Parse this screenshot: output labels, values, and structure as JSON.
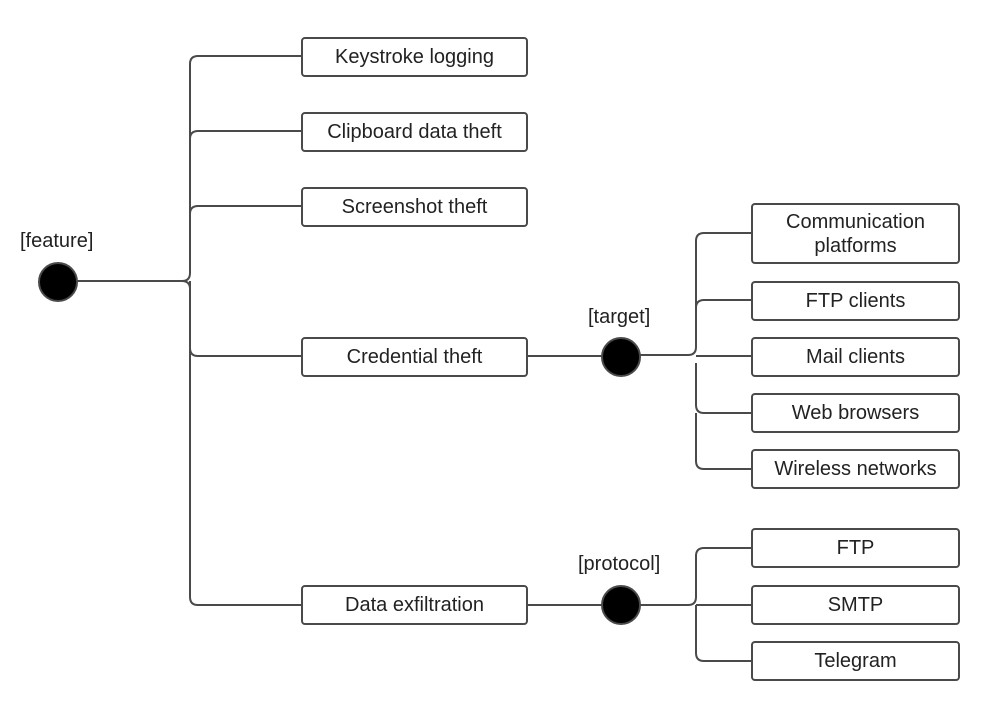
{
  "root": {
    "label": "[feature]"
  },
  "features": [
    {
      "label": "Keystroke logging"
    },
    {
      "label": "Clipboard data theft"
    },
    {
      "label": "Screenshot theft"
    },
    {
      "label": "Credential theft"
    },
    {
      "label": "Data exfiltration"
    }
  ],
  "target": {
    "label": "[target]",
    "items": [
      {
        "label": "Communication platforms"
      },
      {
        "label": "FTP clients"
      },
      {
        "label": "Mail clients"
      },
      {
        "label": "Web browsers"
      },
      {
        "label": "Wireless networks"
      }
    ]
  },
  "protocol": {
    "label": "[protocol]",
    "items": [
      {
        "label": "FTP"
      },
      {
        "label": "SMTP"
      },
      {
        "label": "Telegram"
      }
    ]
  },
  "colors": {
    "line": "#4a4a4a",
    "node": "#000000",
    "text": "#222222"
  }
}
